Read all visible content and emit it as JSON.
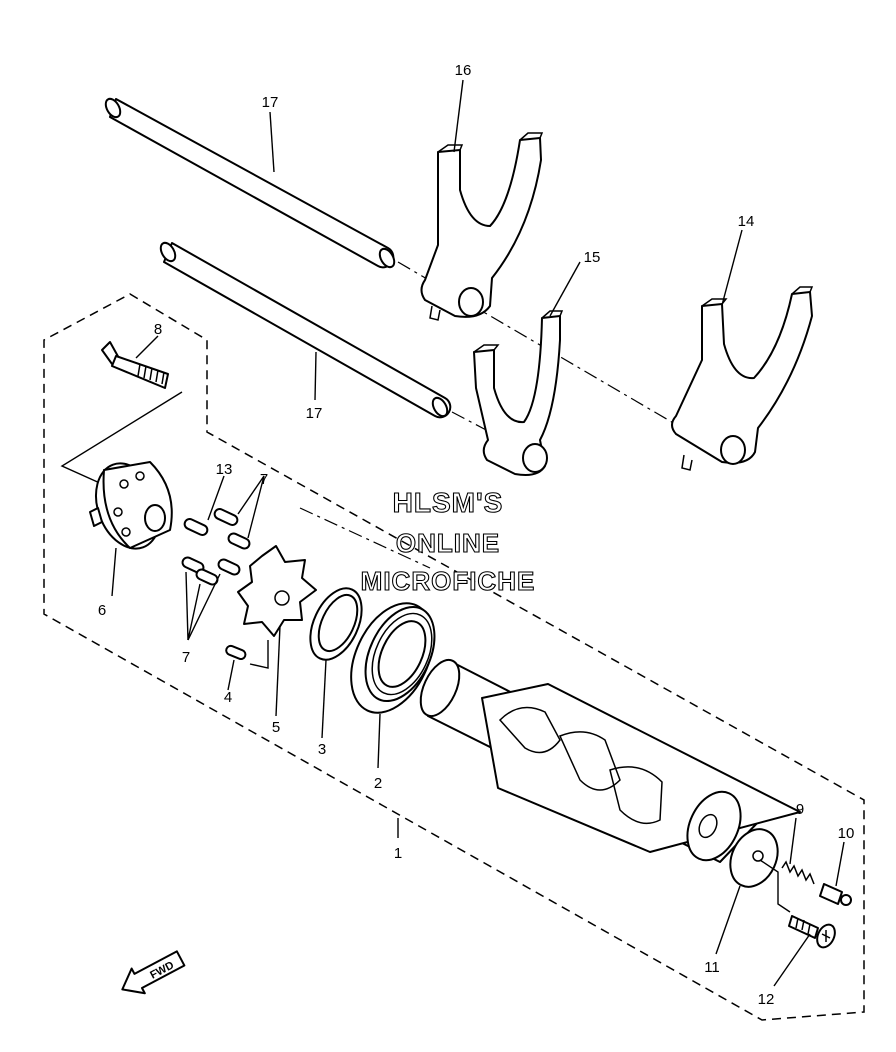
{
  "watermark": {
    "line1": "HLSM'S",
    "line2": "ONLINE",
    "line3": "MICROFICHE"
  },
  "direction_arrow": {
    "label": "FWD",
    "icon": "fwd-arrow-icon"
  },
  "callouts": {
    "c1": "1",
    "c2": "2",
    "c3": "3",
    "c4": "4",
    "c5": "5",
    "c6": "6",
    "c7a": "7",
    "c7b": "7",
    "c8": "8",
    "c9": "9",
    "c10": "10",
    "c11": "11",
    "c12": "12",
    "c13": "13",
    "c14": "14",
    "c15": "15",
    "c16": "16",
    "c17a": "17",
    "c17b": "17"
  }
}
